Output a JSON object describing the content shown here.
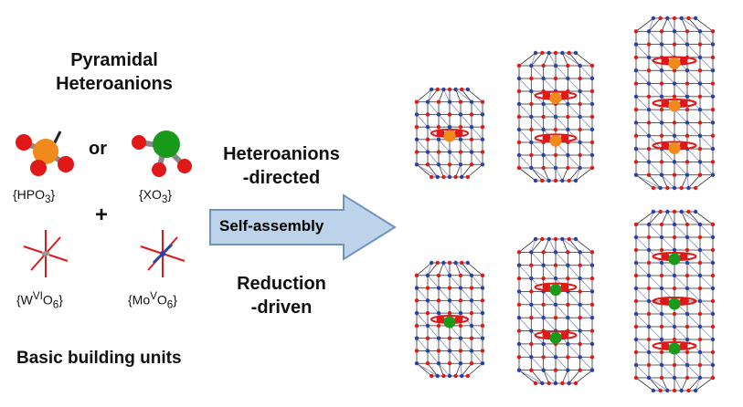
{
  "left": {
    "title_line1": "Pyramidal",
    "title_line2": "Heteroanions",
    "or": "or",
    "plus": "+",
    "hpo3": {
      "pre": "{HPO",
      "sub": "3",
      "post": "}"
    },
    "xo3": {
      "pre": "{XO",
      "sub": "3",
      "post": "}"
    },
    "w": {
      "pre": "{W",
      "sup": "VI",
      "mid": "O",
      "sub": "6",
      "post": "}"
    },
    "mo": {
      "pre": "{Mo",
      "sup": "V",
      "mid": "O",
      "sub": "6",
      "post": "}"
    },
    "footer": "Basic building units"
  },
  "middle": {
    "top_line1": "Heteroanions",
    "top_line2": "-directed",
    "arrow_label": "Self-assembly",
    "bottom_line1": "Reduction",
    "bottom_line2": "-driven"
  },
  "colors": {
    "orange": "#f08a1c",
    "red": "#e01818",
    "green": "#1a9a1a",
    "blue": "#2b3fa8",
    "grey": "#9a9a9a",
    "arrow_fill": "#bcd3ea",
    "arrow_stroke": "#6d93bf"
  }
}
